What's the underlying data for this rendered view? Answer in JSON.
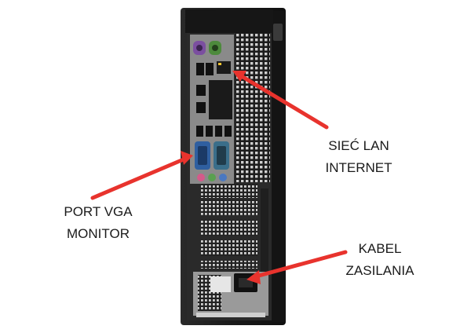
{
  "labels": {
    "lan": {
      "line1": "SIEĆ LAN",
      "line2": "INTERNET"
    },
    "vga": {
      "line1": "PORT VGA",
      "line2": "MONITOR"
    },
    "power": {
      "line1": "KABEL",
      "line2": "ZASILANIA"
    }
  },
  "colors": {
    "background": "#ffffff",
    "arrow": "#e8332d",
    "case": "#202020",
    "io_shield": "#8c8c8c",
    "ps2_mouse": "#7b4fa0",
    "ps2_keyboard": "#4d8a3c",
    "vga_port": "#2f5fa0",
    "audio_pink": "#d45a8a",
    "audio_green": "#5aa050",
    "audio_blue": "#4a78c0"
  }
}
